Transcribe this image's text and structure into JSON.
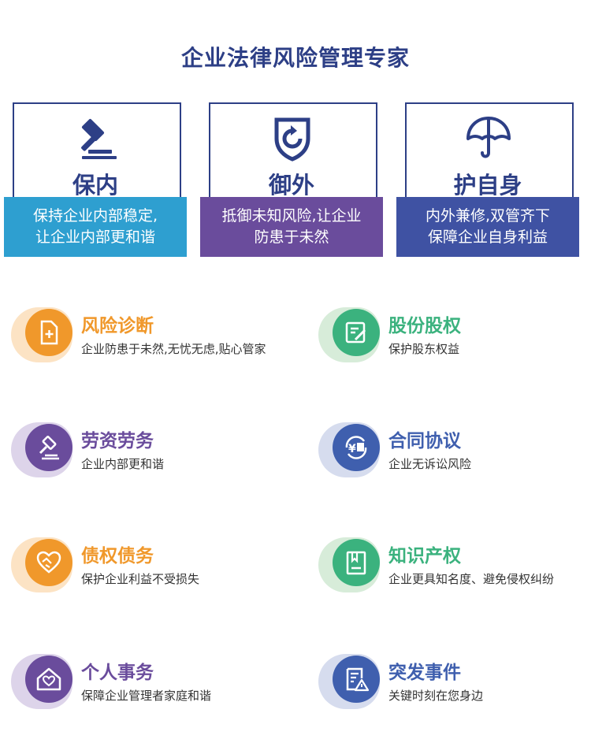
{
  "header": {
    "title": "企业法律风险管理专家"
  },
  "pillars": [
    {
      "label": "保内",
      "desc_line1": "保持企业内部稳定,",
      "desc_line2": "让企业内部更和谐",
      "icon": "gavel-icon",
      "color": "#2e9fd0"
    },
    {
      "label": "御外",
      "desc_line1": "抵御未知风险,让企业",
      "desc_line2": "防患于未然",
      "icon": "shield-refresh-icon",
      "color": "#6a4c9c"
    },
    {
      "label": "护自身",
      "desc_line1": "内外兼修,双管齐下",
      "desc_line2": "保障企业自身利益",
      "icon": "umbrella-icon",
      "color": "#3f52a3"
    }
  ],
  "services": [
    {
      "name": "风险诊断",
      "desc": "企业防患于未然,无忧无虑,贴心管家",
      "icon": "medical-document-icon",
      "color": "#f0982b"
    },
    {
      "name": "股份股权",
      "desc": "保护股东权益",
      "icon": "edit-document-icon",
      "color": "#3bb27e"
    },
    {
      "name": "劳资劳务",
      "desc": "企业内部更和谐",
      "icon": "gavel-icon",
      "color": "#6a4c9c"
    },
    {
      "name": "合同协议",
      "desc": "企业无诉讼风险",
      "icon": "yen-exchange-icon",
      "color": "#3f5fae"
    },
    {
      "name": "债权债务",
      "desc": "保护企业利益不受损失",
      "icon": "handshake-heart-icon",
      "color": "#f0982b"
    },
    {
      "name": "知识产权",
      "desc": "企业更具知名度、避免侵权纠纷",
      "icon": "bookmark-document-icon",
      "color": "#3bb27e"
    },
    {
      "name": "个人事务",
      "desc": "保障企业管理者家庭和谐",
      "icon": "home-heart-icon",
      "color": "#6a4c9c"
    },
    {
      "name": "突发事件",
      "desc": "关键时刻在您身边",
      "icon": "alert-document-icon",
      "color": "#3f5fae"
    }
  ]
}
